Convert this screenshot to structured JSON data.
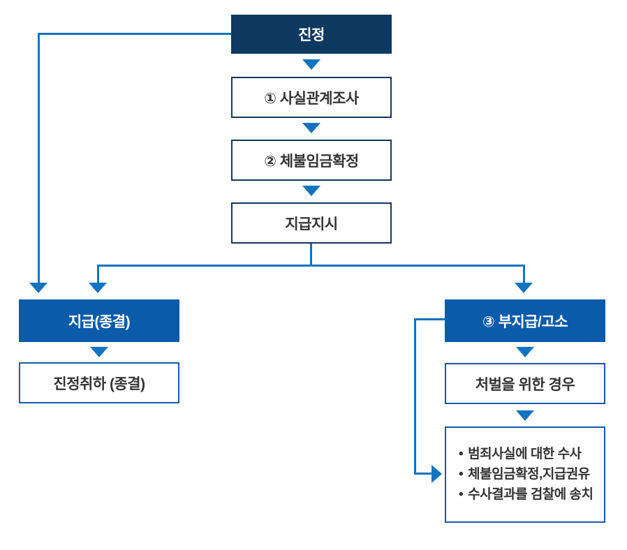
{
  "colors": {
    "navy_box": "#0e3a61",
    "blue_box": "#0b5bab",
    "line_blue": "#1273c0",
    "border_dark": "#14355c",
    "border_blue": "#1659a9",
    "text": "#333333",
    "background": "#ffffff"
  },
  "flow": {
    "top": {
      "label": "진정"
    },
    "steps": {
      "step1": "① 사실관계조사",
      "step2": "② 체불임금확정",
      "order": "지급지시"
    },
    "left_branch": {
      "paid": "지급(종결)",
      "withdraw": "진정취하 (종결)"
    },
    "right_branch": {
      "nonpayment": "③ 부지급/고소",
      "punishment": "처벌을 위한 경우",
      "bullet": "•",
      "actions": [
        "범죄사실에 대한 수사",
        "체불임금확정,지급권유",
        "수사결과를 검찰에 송치"
      ]
    }
  }
}
